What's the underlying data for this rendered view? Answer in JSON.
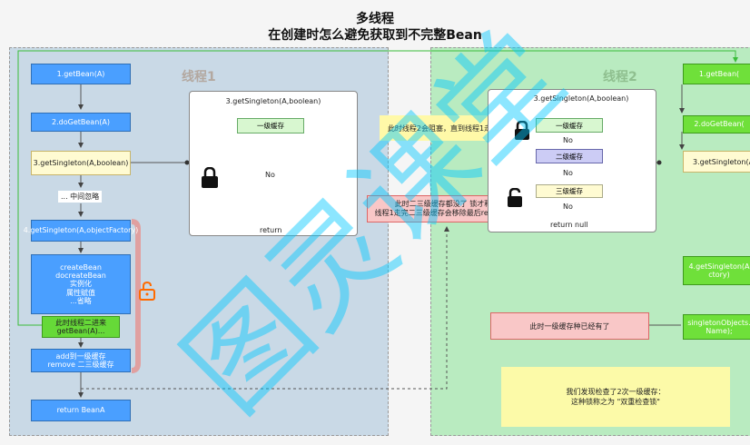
{
  "title": {
    "line1": "多线程",
    "line2": "在创建时怎么避免获取到不完整Bean"
  },
  "thread1": {
    "label": "线程1",
    "steps": {
      "get_bean": "1.getBean(A)",
      "do_get_bean": "2.doGetBean(A)",
      "get_singleton": "3.getSingleton(A,boolean)",
      "middle_skip": "... 中间忽略",
      "get_singleton_factory": "4.getSingleton(A,objectFactory)",
      "create_bean": "createBean\ndocreateBean\n实例化\n属性赋值\n...省略",
      "thread2_enters": "此时线程二进来\ngetBean(A)...",
      "add_cache": "add到一级缓存\nremove 二三级缓存",
      "return_bean": "return BeanA"
    },
    "panel": {
      "title": "3.getSingleton(A,boolean)",
      "cache_level1": "一级缓存",
      "no": "No",
      "return": "return"
    }
  },
  "thread2": {
    "label": "线程2",
    "steps": {
      "get_bean": "1.getBean(",
      "do_get_bean": "2.doGetBean(",
      "get_singleton": "3.getSingleton(A",
      "get_singleton_factory": "4.getSingleton(A\nctory)",
      "singleton_objects": "singletonObjects.\nName);"
    },
    "panel": {
      "title": "3.getSingleton(A,boolean)",
      "cache_level1": "一级缓存",
      "cache_level2": "二级缓存",
      "cache_level3": "三级缓存",
      "no1": "No",
      "no2": "No",
      "no3": "No",
      "return_null": "return null"
    }
  },
  "notes": {
    "blocked": "此时线程2会阻塞，直到线程1走完",
    "released": "此时二三级缓存都没了 锁才释放\n线程1走完二三级缓存会移除最后return null",
    "already_cached": "此时一级缓存种已经有了",
    "double_check": "我们发现检查了2次一级缓存：\n这种锁称之为 \"双重检查锁\""
  },
  "watermark": "图灵课堂",
  "colors": {
    "blue": "#4a9fff",
    "green": "#6fe03a",
    "pink": "#f9c7c7",
    "yellow": "#fffbd2",
    "orange_lock": "#ff6a00"
  }
}
